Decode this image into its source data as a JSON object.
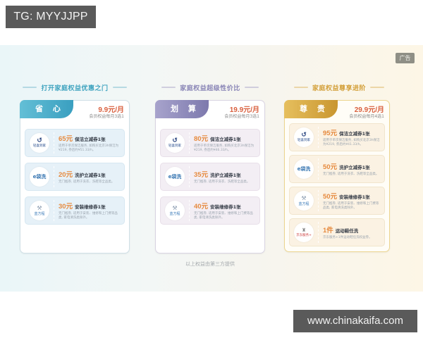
{
  "watermarks": {
    "top_left": "TG: MYYJJPP",
    "bottom_right": "www.chinakaifa.com"
  },
  "banner": {
    "ad_badge": "广告",
    "footnote": "以上权益由第三方提供",
    "colors": {
      "tier1_accent": "#4aaec9",
      "tier2_accent": "#8a86b8",
      "tier3_accent": "#d9a53a",
      "price_red": "#d9603f",
      "amount_orange": "#e68a3e"
    },
    "tiers": [
      {
        "slogan": "打开家庭权益优惠之门",
        "name": "省 心",
        "price": "9.9元/月",
        "price_note": "会员权益每月3选1",
        "coupons": [
          {
            "logo": "轻喜到家",
            "logo_glyph": "↺",
            "amount": "65元",
            "title": "保洁立减券1张",
            "desc": "适用于单次保洁服务, 如购买北京3h保洁为¥219, 券后约¥51.33/h。"
          },
          {
            "logo": "e袋洗",
            "logo_glyph": "",
            "amount": "20元",
            "title": "洗护立减券1张",
            "desc": "无门槛券, 适用于洗衣、洗鞋等全品类。"
          },
          {
            "logo": "蓝方程",
            "logo_glyph": "⚒",
            "amount": "30元",
            "title": "安装维修券1张",
            "desc": "无门槛券, 适用于安装、维修和上门费等品类, 家电清洗类除外。"
          }
        ]
      },
      {
        "slogan": "家庭权益超级性价比",
        "name": "划 算",
        "price": "19.9元/月",
        "price_note": "会员权益每月3选1",
        "coupons": [
          {
            "logo": "轻喜到家",
            "logo_glyph": "↺",
            "amount": "80元",
            "title": "保洁立减券1张",
            "desc": "适用于单次保洁服务, 如购买北京3h保洁为¥219, 券后约¥46.33/h。"
          },
          {
            "logo": "e袋洗",
            "logo_glyph": "",
            "amount": "35元",
            "title": "洗护立减券1张",
            "desc": "无门槛券, 适用于洗衣、洗鞋等全品类。"
          },
          {
            "logo": "蓝方程",
            "logo_glyph": "⚒",
            "amount": "40元",
            "title": "安装维修券1张",
            "desc": "无门槛券, 适用于安装、维修和上门费等品类, 家电清洗类除外。"
          }
        ]
      },
      {
        "slogan": "家庭权益尊享进阶",
        "name": "尊 贵",
        "price": "29.9元/月",
        "price_note": "会员权益每月4选1",
        "coupons": [
          {
            "logo": "轻喜到家",
            "logo_glyph": "↺",
            "amount": "95元",
            "title": "保洁立减券1张",
            "desc": "适用于单次保洁服务, 如购买北京3h保洁为¥219, 券后约¥41.33/h。"
          },
          {
            "logo": "e袋洗",
            "logo_glyph": "",
            "amount": "50元",
            "title": "洗护立减券1张",
            "desc": "无门槛券, 适用于洗衣、洗鞋等全品类。"
          },
          {
            "logo": "蓝方程",
            "logo_glyph": "⚒",
            "amount": "50元",
            "title": "安装维修券1张",
            "desc": "无门槛券, 适用于安装、维修和上门费等品类, 家电清洗类除外。"
          },
          {
            "logo": "京东服务+",
            "logo_glyph": "♜",
            "amount": "1件",
            "title": "运动鞋任洗",
            "desc": "京东服务+1件运动鞋任洗权益券。"
          }
        ]
      }
    ]
  }
}
